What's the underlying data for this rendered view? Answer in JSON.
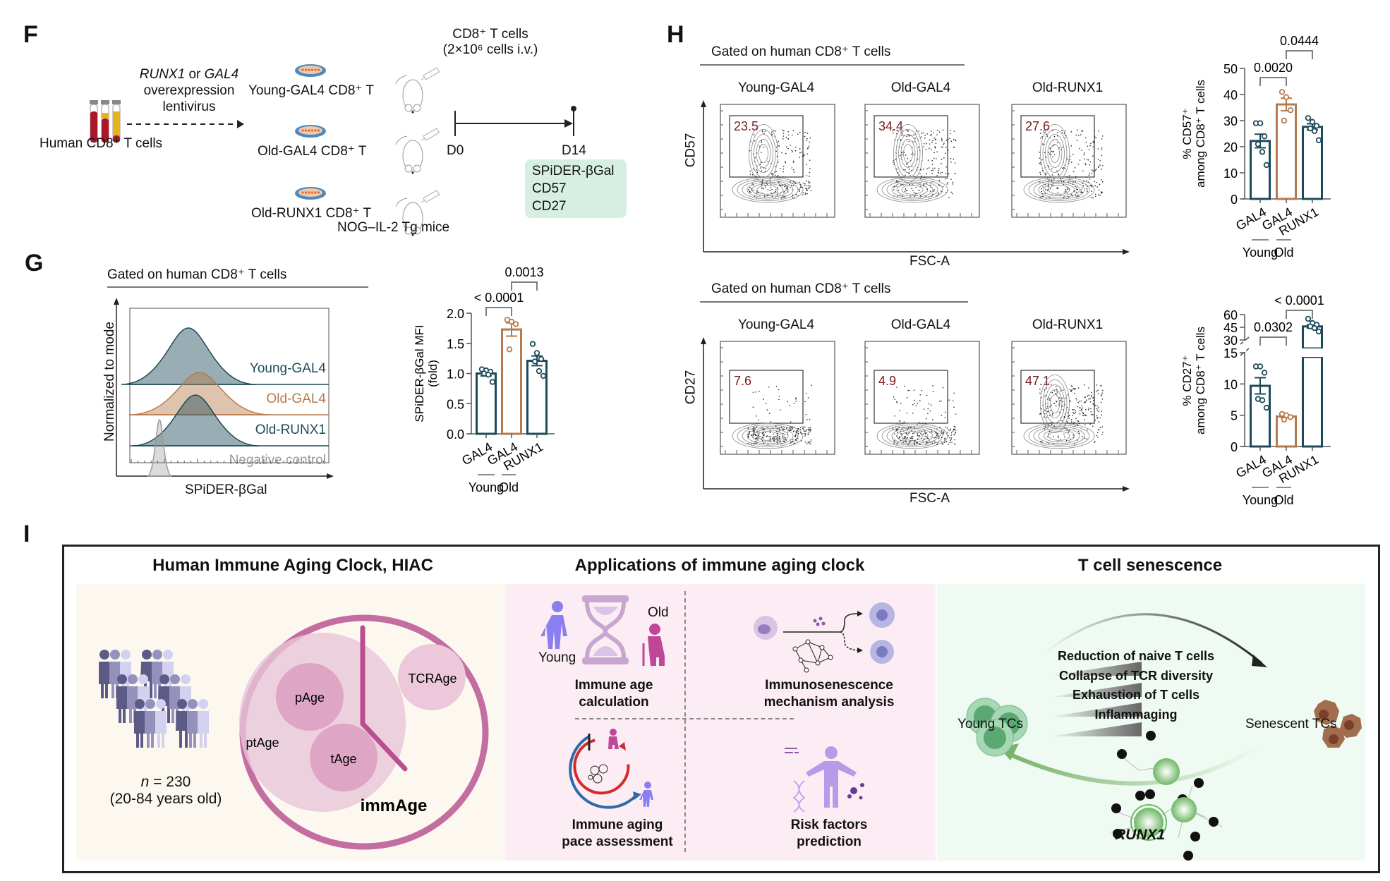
{
  "panels": {
    "F": {
      "letter": "F",
      "source_label": "Human CD8⁺ T cells",
      "vector_label_line1_a": "RUNX1",
      "vector_label_line1_b": " or ",
      "vector_label_line1_c": "GAL4",
      "vector_label_line2": "overexpression",
      "vector_label_line3": "lentivirus",
      "groups": [
        "Young-GAL4 CD8⁺ T",
        "Old-GAL4 CD8⁺ T",
        "Old-RUNX1 CD8⁺ T"
      ],
      "injection_line1": "CD8⁺ T cells",
      "injection_line2": "(2×10⁶ cells i.v.)",
      "mice_label": "NOG–IL-2 Tg mice",
      "timeline_start": "D0",
      "timeline_end": "D14",
      "readouts": [
        "SPiDER-βGal",
        "CD57",
        "CD27"
      ]
    },
    "G": {
      "letter": "G",
      "gate_title": "Gated on human CD8⁺ T cells",
      "hist_ylabel": "Normalized to mode",
      "hist_xlabel": "SPiDER-βGal",
      "hist_series": [
        {
          "name": "Young-GAL4",
          "color": "#1d4a5a"
        },
        {
          "name": "Old-GAL4",
          "color": "#b67a4e"
        },
        {
          "name": "Old-RUNX1",
          "color": "#1d4a5a"
        },
        {
          "name": "Negative control",
          "color": "#999999"
        }
      ]
    },
    "H": {
      "letter": "H",
      "top": {
        "gate_title": "Gated on human CD8⁺ T cells",
        "ylabel": "CD57",
        "xlabel": "FSC-A",
        "plots": [
          {
            "title": "Young-GAL4",
            "gate_pct": "23.5"
          },
          {
            "title": "Old-GAL4",
            "gate_pct": "34.4"
          },
          {
            "title": "Old-RUNX1",
            "gate_pct": "27.6"
          }
        ]
      },
      "bottom": {
        "gate_title": "Gated on human CD8⁺ T cells",
        "ylabel": "CD27",
        "xlabel": "FSC-A",
        "plots": [
          {
            "title": "Young-GAL4",
            "gate_pct": "7.6"
          },
          {
            "title": "Old-GAL4",
            "gate_pct": "4.9"
          },
          {
            "title": "Old-RUNX1",
            "gate_pct": "47.1"
          }
        ]
      }
    },
    "I": {
      "letter": "I",
      "hiac": {
        "title": "Human Immune Aging Clock, HIAC",
        "n_label_italic": "n",
        "n_label_rest": " = 230",
        "age_range": "(20-84 years old)",
        "circles": [
          "pAge",
          "ptAge",
          "tAge",
          "TCRAge"
        ],
        "clock_label": "immAge"
      },
      "applications": {
        "title": "Applications of immune aging clock",
        "young_label": "Young",
        "old_label": "Old",
        "items": [
          "Immune age|calculation",
          "Immunosenescence|mechanism analysis",
          "Immune aging|pace assessment",
          "Risk factors|prediction"
        ]
      },
      "senescence": {
        "title": "T cell senescence",
        "young_label": "Young TCs",
        "senescent_label": "Senescent TCs",
        "features": [
          "Reduction of naive T cells",
          "Collapse of TCR diversity",
          "Exhaustion of T cells",
          "Inflammaging"
        ],
        "gene_label": "RUNX1"
      }
    }
  },
  "colors": {
    "teal": "#1d4a5a",
    "orange": "#b67a4e",
    "gate_text": "#7a1a1a",
    "hiac_bg": "#fdf8ef",
    "apps_bg": "#fcedf4",
    "sen_bg": "#eefaf2",
    "clock": "#c46da0"
  },
  "chart_data": [
    {
      "id": "G-bar",
      "type": "bar",
      "title": "",
      "ylabel": "SPiDER-βGal MFI (fold)",
      "categories": [
        "GAL4",
        "GAL4",
        "RUNX1"
      ],
      "group_labels": [
        {
          "label": "Young",
          "span": [
            0,
            0
          ]
        },
        {
          "label": "Old",
          "span": [
            1,
            2
          ]
        }
      ],
      "ylim": [
        0,
        2.0
      ],
      "yticks": [
        0.0,
        0.5,
        1.0,
        1.5,
        2.0
      ],
      "ytick_labels": [
        "0.0",
        "0.5",
        "1.0",
        "1.5",
        "2.0"
      ],
      "series": [
        {
          "name": "mean",
          "values": [
            1.0,
            1.73,
            1.21
          ]
        }
      ],
      "sem": [
        0.04,
        0.11,
        0.08
      ],
      "points": [
        [
          1.07,
          1.05,
          1.03,
          1.0,
          0.98,
          0.86
        ],
        [
          1.89,
          1.86,
          1.82,
          1.4
        ],
        [
          1.49,
          1.34,
          1.24,
          1.2,
          1.04,
          0.96
        ]
      ],
      "bar_colors": [
        "#1d4a5a",
        "#b67a4e",
        "#1d4a5a"
      ],
      "comparisons": [
        {
          "between": [
            0,
            1
          ],
          "label": "< 0.0001"
        },
        {
          "between": [
            1,
            2
          ],
          "label": "0.0013"
        }
      ]
    },
    {
      "id": "H-CD57-bar",
      "type": "bar",
      "title": "",
      "ylabel": "% CD57⁺ among CD8⁺ T cells",
      "categories": [
        "GAL4",
        "GAL4",
        "RUNX1"
      ],
      "group_labels": [
        {
          "label": "Young",
          "span": [
            0,
            0
          ]
        },
        {
          "label": "Old",
          "span": [
            1,
            2
          ]
        }
      ],
      "ylim": [
        0,
        50
      ],
      "yticks": [
        0,
        10,
        20,
        30,
        40,
        50
      ],
      "ytick_labels": [
        "0",
        "10",
        "20",
        "30",
        "40",
        "50"
      ],
      "series": [
        {
          "name": "mean",
          "values": [
            22.2,
            36.2,
            27.6
          ]
        }
      ],
      "sem": [
        2.6,
        2.4,
        1.2
      ],
      "points": [
        [
          29,
          29,
          24,
          21,
          18,
          13
        ],
        [
          41,
          39,
          34,
          30
        ],
        [
          31,
          29.5,
          28,
          27,
          26,
          22.5
        ]
      ],
      "bar_colors": [
        "#1d4a5a",
        "#b67a4e",
        "#1d4a5a"
      ],
      "comparisons": [
        {
          "between": [
            0,
            1
          ],
          "label": "0.0020"
        },
        {
          "between": [
            1,
            2
          ],
          "label": "0.0444"
        }
      ]
    },
    {
      "id": "H-CD27-bar",
      "type": "bar",
      "title": "",
      "ylabel": "% CD27⁺ among CD8⁺ T cells",
      "categories": [
        "GAL4",
        "GAL4",
        "RUNX1"
      ],
      "group_labels": [
        {
          "label": "Young",
          "span": [
            0,
            0
          ]
        },
        {
          "label": "Old",
          "span": [
            1,
            2
          ]
        }
      ],
      "ylim": [
        0,
        60
      ],
      "axis_break": [
        15,
        30
      ],
      "yticks": [
        0,
        5,
        10,
        15,
        30,
        45,
        60
      ],
      "ytick_labels": [
        "0",
        "5",
        "10",
        "15",
        "30",
        "45",
        "60"
      ],
      "series": [
        {
          "name": "mean",
          "values": [
            9.7,
            4.8,
            46.0
          ]
        }
      ],
      "sem": [
        1.3,
        0.2,
        2.0
      ],
      "points": [
        [
          12.8,
          12.8,
          11.8,
          7.6,
          7.4,
          6.2
        ],
        [
          5.2,
          5.0,
          4.7,
          4.3
        ],
        [
          55,
          50,
          48,
          46,
          44,
          40
        ]
      ],
      "bar_colors": [
        "#1d4a5a",
        "#b67a4e",
        "#1d4a5a"
      ],
      "comparisons": [
        {
          "between": [
            0,
            1
          ],
          "label": "0.0302"
        },
        {
          "between": [
            1,
            2
          ],
          "label": "< 0.0001"
        }
      ]
    }
  ]
}
